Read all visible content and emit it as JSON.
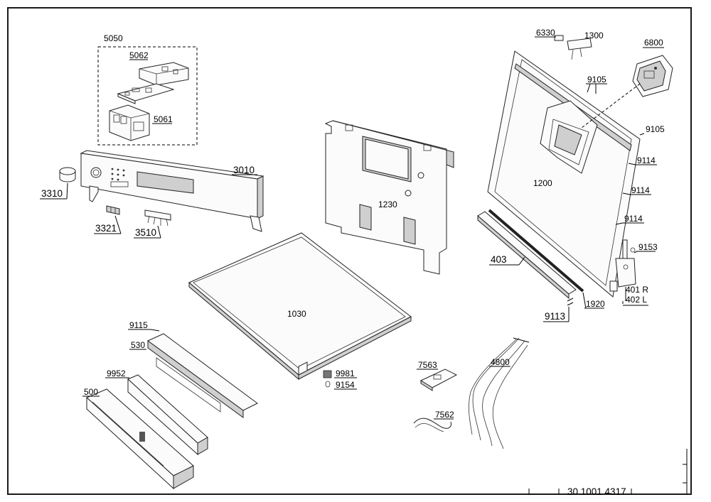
{
  "labels": {
    "p5050": "5050",
    "p5062": "5062",
    "p5061": "5061",
    "p3010": "3010",
    "p3310": "3310",
    "p3321": "3321",
    "p3510": "3510",
    "p1230": "1230",
    "p1030": "1030",
    "p6330": "6330",
    "p1300": "1300",
    "p6800": "6800",
    "p9105a": "9105",
    "p9105b": "9105",
    "p1200": "1200",
    "p9114a": "9114",
    "p9114b": "9114",
    "p9114c": "9114",
    "p9153": "9153",
    "p403": "403",
    "p401": "401 R",
    "p402": "402 L",
    "p9113": "9113",
    "p1920": "1920",
    "p9115": "9115",
    "p530": "530",
    "p9952": "9952",
    "p500": "500",
    "p9981": "9981",
    "p9154": "9154",
    "p7563": "7563",
    "p7562": "7562",
    "p4800": "4800"
  },
  "doc_number": "30 1001 4317"
}
